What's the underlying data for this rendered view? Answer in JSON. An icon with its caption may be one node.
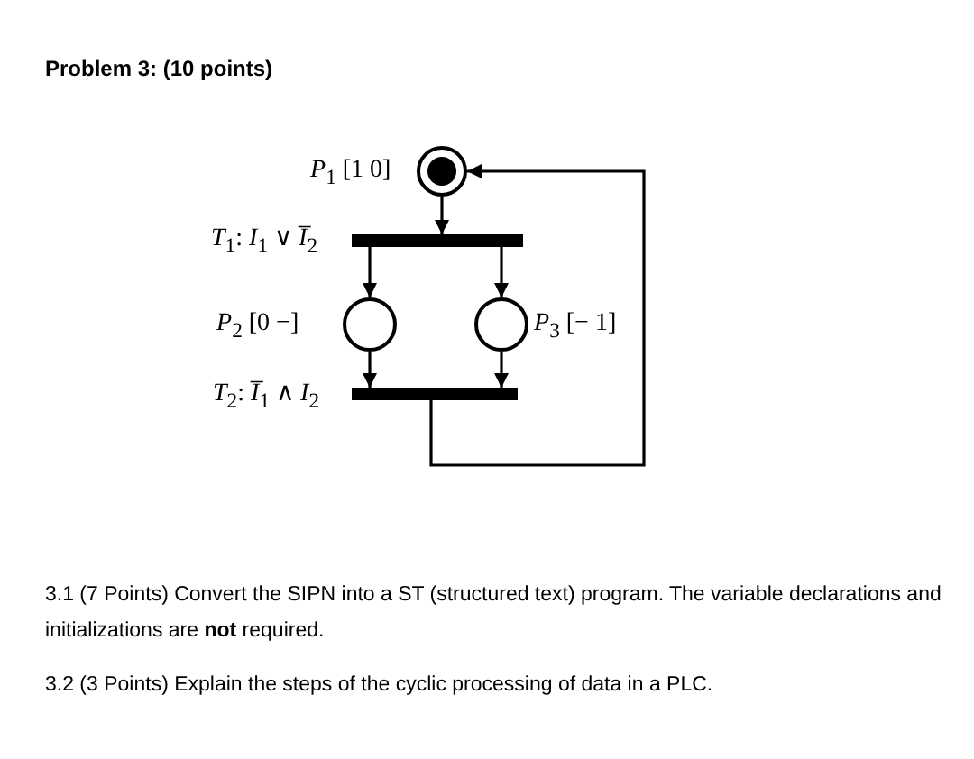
{
  "diagram": {
    "title": "Problem 3:  (10 points)",
    "nodes": [
      {
        "text": [],
        "shape": "circle",
        "beside": [
          "*P*$_{1}$  [1 0]"
        ]
      },
      {
        "text": [],
        "shape": "bar",
        "beside": [
          "*T*$_{1}$: *I*$_{1}$ ∨ *I̅*$_{2}$"
        ]
      },
      {
        "text": [],
        "shape": "circle",
        "beside": [
          "*P*$_{2}$  [0 −]"
        ]
      },
      {
        "text": [],
        "shape": "circle",
        "beside": [
          "*P*$_{3}$ [− 1]"
        ]
      },
      {
        "text": [],
        "shape": "bar",
        "beside": [
          "*T*$_{2}$: *I̅*$_{1}$ ∧ *I*$_{2}$"
        ]
      }
    ],
    "edges": [
      {
        "from": 0,
        "to": 1,
        "arrow": "to"
      },
      {
        "from": 1,
        "to": 2,
        "arrow": "to"
      },
      {
        "from": 1,
        "to": 3,
        "arrow": "to"
      },
      {
        "from": 2,
        "to": 4,
        "arrow": "to"
      },
      {
        "from": 3,
        "to": 4,
        "arrow": "to"
      },
      {
        "from": 4,
        "to": 0,
        "arrow": "to"
      }
    ],
    "labels": [
      "3.1 (7 Points) Convert the SIPN into a ST (structured text) program. The variable declarations and initializations are **not** required.",
      "3.2 (3 Points) Explain the steps of the cyclic processing of data in a PLC."
    ]
  }
}
